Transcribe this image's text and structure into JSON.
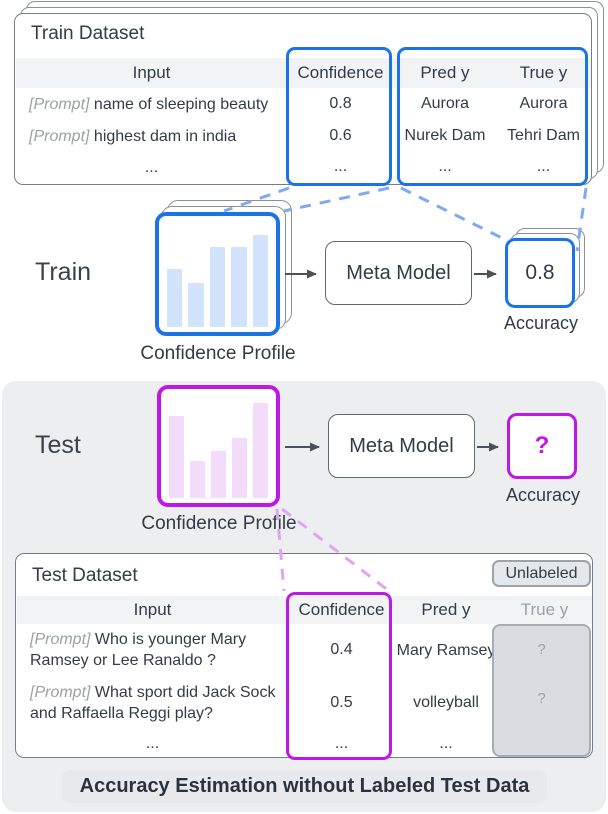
{
  "colors": {
    "blue": "#1A73E8",
    "blue_bar": "#D2E3FC",
    "blue_dash": "#7FAAF2",
    "magenta": "#BE18E6",
    "magenta_bar": "#F3DCFA",
    "magenta_dash": "#DFA5F2",
    "text_dark": "#333C46",
    "text_gray": "#9BA1A8",
    "section_bg": "#EDEEF0",
    "header_bg": "#F1F3F4",
    "gray_fill": "#D9DDE1"
  },
  "train_table": {
    "title": "Train Dataset",
    "headers": [
      "Input",
      "Confidence",
      "Pred y",
      "True y"
    ],
    "rows": [
      {
        "tag": "[Prompt]",
        "input": "name of sleeping beauty",
        "confidence": "0.8",
        "pred": "Aurora",
        "true": "Aurora"
      },
      {
        "tag": "[Prompt]",
        "input": "highest dam in india",
        "confidence": "0.6",
        "pred": "Nurek Dam",
        "true": "Tehri Dam"
      },
      {
        "tag": "",
        "input": "...",
        "confidence": "...",
        "pred": "...",
        "true": "..."
      }
    ]
  },
  "train_flow": {
    "label": "Train",
    "profile_label": "Confidence Profile",
    "meta_model_label": "Meta Model",
    "accuracy_value": "0.8",
    "accuracy_label": "Accuracy",
    "bars": [
      52,
      40,
      72,
      72,
      83
    ]
  },
  "test_flow": {
    "label": "Test",
    "profile_label": "Confidence Profile",
    "meta_model_label": "Meta Model",
    "accuracy_value": "?",
    "accuracy_label": "Accuracy",
    "bars": [
      75,
      34,
      43,
      55,
      87
    ]
  },
  "test_table": {
    "title": "Test Dataset",
    "badge": "Unlabeled",
    "headers": [
      "Input",
      "Confidence",
      "Pred y",
      "True y"
    ],
    "rows": [
      {
        "tag": "[Prompt]",
        "input": "Who is younger Mary Ramsey or Lee Ranaldo ?",
        "confidence": "0.4",
        "pred": "Mary Ramsey",
        "true": "?"
      },
      {
        "tag": "[Prompt]",
        "input": "What sport did Jack Sock and Raffaella Reggi play?",
        "confidence": "0.5",
        "pred": "volleyball",
        "true": "?"
      },
      {
        "tag": "",
        "input": "...",
        "confidence": "...",
        "pred": "...",
        "true": ""
      }
    ]
  },
  "caption": "Accuracy Estimation without Labeled Test Data"
}
